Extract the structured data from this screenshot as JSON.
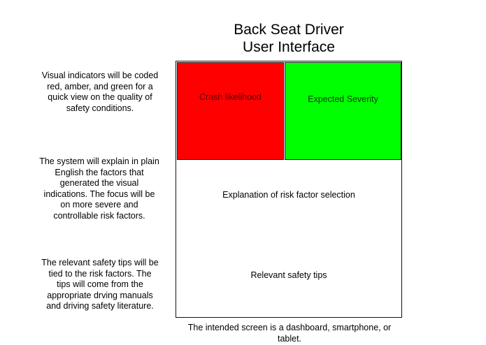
{
  "title": {
    "line1": "Back Seat Driver",
    "line2": "User Interface"
  },
  "notes": [
    {
      "id": "visual-indicators",
      "lines": [
        "Visual indicators will be coded",
        "red, amber, and green for a",
        "quick view on the quality of",
        "safety conditions."
      ]
    },
    {
      "id": "explanation",
      "lines": [
        "The system will explain in plain",
        "English the factors that",
        "generated the visual",
        "indications.  The focus will be",
        "on more severe and",
        "controllable risk factors."
      ]
    },
    {
      "id": "safety-tips",
      "lines": [
        "The relevant safety tips will be",
        "tied to the risk factors.  The",
        "tips will come from the",
        "appropriate drving manuals",
        "and driving safety literature."
      ]
    }
  ],
  "screen": {
    "indicators": [
      {
        "label": "Crash likelihood",
        "color": "#ff0000",
        "text_color": "#5a0000"
      },
      {
        "label": "Expected Severity",
        "color": "#00ff00",
        "text_color": "#0a3a0a"
      }
    ],
    "explanation_label": "Explanation of risk factor selection",
    "tips_label": "Relevant safety tips"
  },
  "caption": {
    "line1": "The intended screen is a dashboard, smartphone, or",
    "line2": "tablet."
  }
}
